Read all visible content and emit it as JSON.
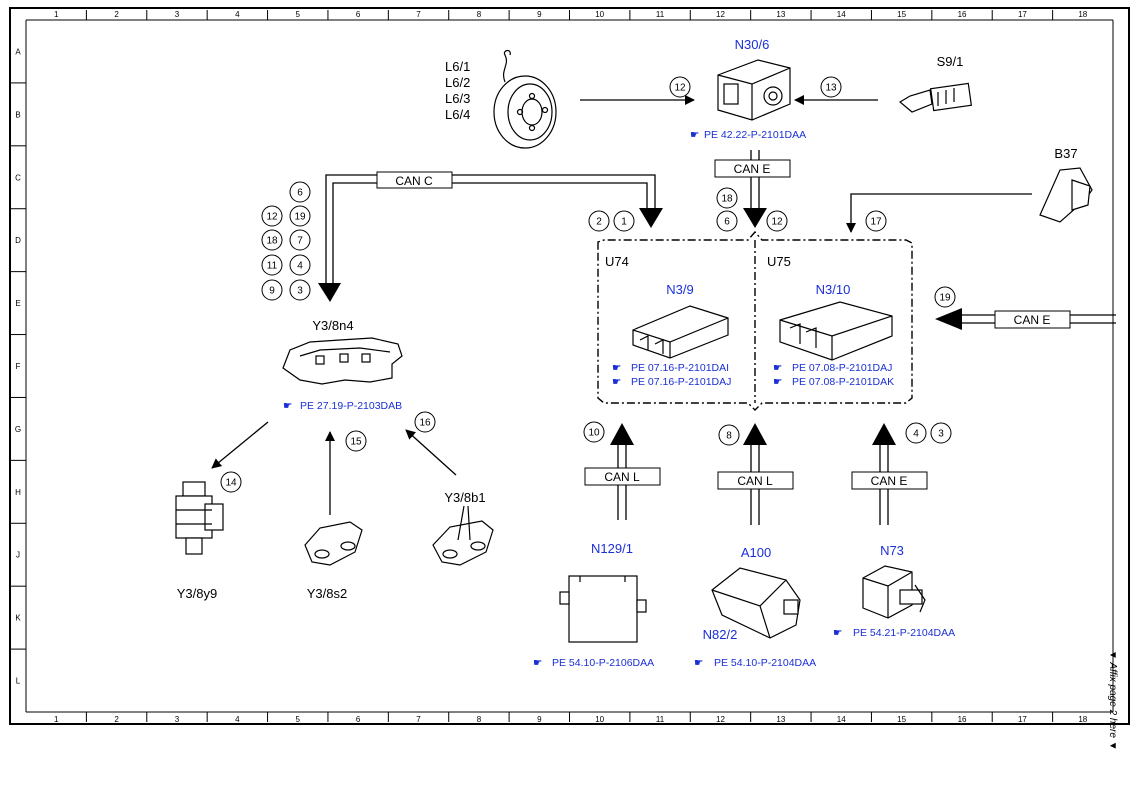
{
  "grid": {
    "columns": [
      "1",
      "2",
      "3",
      "4",
      "5",
      "6",
      "7",
      "8",
      "9",
      "10",
      "11",
      "12",
      "13",
      "14",
      "15",
      "16",
      "17",
      "18"
    ],
    "rows": [
      "A",
      "B",
      "C",
      "D",
      "E",
      "F",
      "G",
      "H",
      "J",
      "K",
      "L"
    ]
  },
  "components": {
    "l6": [
      "L6/1",
      "L6/2",
      "L6/3",
      "L6/4"
    ],
    "n30_6": "N30/6",
    "s9_1": "S9/1",
    "b37": "B37",
    "y3_8n4": "Y3/8n4",
    "y3_8y9": "Y3/8y9",
    "y3_8s2": "Y3/8s2",
    "y3_8b1": "Y3/8b1",
    "u74": "U74",
    "u75": "U75",
    "n3_9": "N3/9",
    "n3_10": "N3/10",
    "n129_1": "N129/1",
    "a100": "A100",
    "n82_2": "N82/2",
    "n73": "N73"
  },
  "refs": {
    "n30_6": "PE 42.22-P-2101DAA",
    "n3_9_a": "PE 07.16-P-2101DAI",
    "n3_9_b": "PE 07.16-P-2101DAJ",
    "n3_10_a": "PE 07.08-P-2101DAJ",
    "n3_10_b": "PE 07.08-P-2101DAK",
    "y3_8n4": "PE 27.19-P-2103DAB",
    "n129_1": "PE 54.10-P-2106DAA",
    "a100": "PE 54.10-P-2104DAA",
    "n73": "PE 54.21-P-2104DAA"
  },
  "buses": {
    "can_c": "CAN C",
    "can_e_top": "CAN E",
    "can_e_right": "CAN E",
    "can_l_1": "CAN L",
    "can_l_2": "CAN L",
    "can_e_bottom": "CAN E"
  },
  "signals": {
    "s12": "12",
    "s13": "13",
    "u_left_2": "2",
    "u_left_1": "1",
    "top_18": "18",
    "top_6": "6",
    "top_12": "12",
    "s17": "17",
    "s19": "19",
    "c6": "6",
    "c12": "12",
    "c19": "19",
    "c18": "18",
    "c7": "7",
    "c11": "11",
    "c4": "4",
    "c9": "9",
    "c3": "3",
    "s14": "14",
    "s15": "15",
    "s16": "16",
    "s10": "10",
    "s8": "8",
    "s4": "4",
    "s3": "3"
  },
  "side_note": "Affix page 2 here"
}
